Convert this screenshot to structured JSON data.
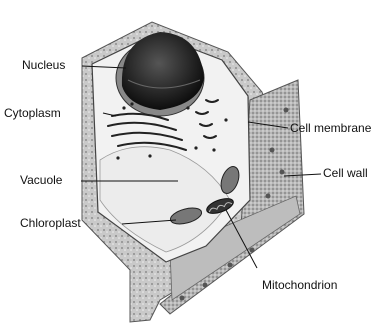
{
  "diagram": {
    "labels": {
      "nucleus": "Nucleus",
      "cytoplasm": "Cytoplasm",
      "vacuole": "Vacuole",
      "chloroplast": "Chloroplast",
      "cell_membrane": "Cell membrane",
      "cell_wall": "Cell wall",
      "mitochondrion": "Mitochondrion"
    }
  }
}
